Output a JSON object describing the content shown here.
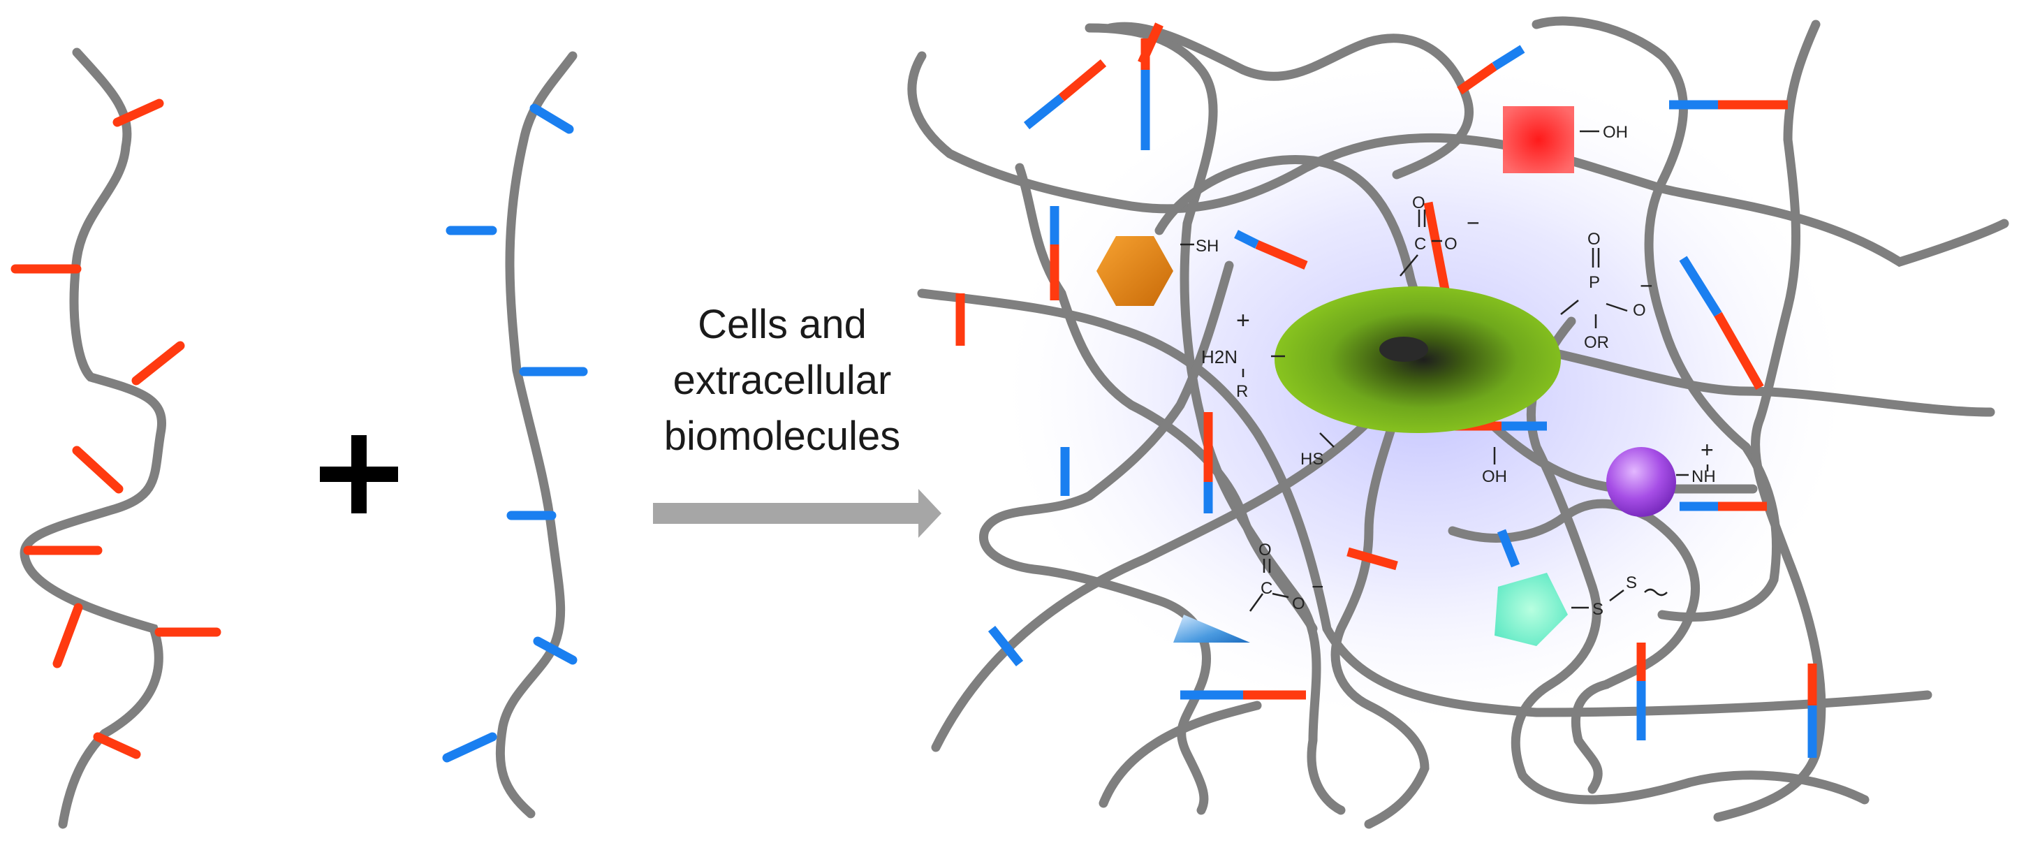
{
  "caption_lines": [
    "Cells and",
    "extracellular",
    "biomolecules"
  ],
  "plus_symbol": "+",
  "chem_labels": {
    "carboxyl_top_o": "O",
    "carboxyl_top_c": "C",
    "carboxyl_top_o_minus": "O",
    "carboxyl_top_charge": "−",
    "phosphate_o": "O",
    "phosphate_p": "P",
    "phosphate_o_minus": "O",
    "phosphate_charge": "−",
    "phosphate_or": "OR",
    "amine_charge": "+",
    "amine_h2n": "H2N",
    "amine_r": "R",
    "thiol_hs": "HS",
    "hydroxyl_center": "OH",
    "hydroxyl_square": "OH",
    "hexagon_sh": "SH",
    "imine_charge": "+",
    "imine_nh": "NH",
    "carboxyl_tri_o": "O",
    "carboxyl_tri_c": "C",
    "carboxyl_tri_o_minus": "O",
    "carboxyl_tri_charge": "−",
    "disulfide_s1": "S",
    "disulfide_s2": "S"
  },
  "colors": {
    "polymer_chain": "#7f7f7f",
    "group_a": "#ff3a10",
    "group_b": "#1a7ff0",
    "arrow": "#a6a6a6",
    "cell_core": "#7dbb1e",
    "glow": "#c8c8ff",
    "hexagon": "#e8860f",
    "square": "#ff3b3b",
    "sphere": "#a855f7",
    "triangle": "#3b8fd6",
    "pentagon": "#6df0c8"
  }
}
